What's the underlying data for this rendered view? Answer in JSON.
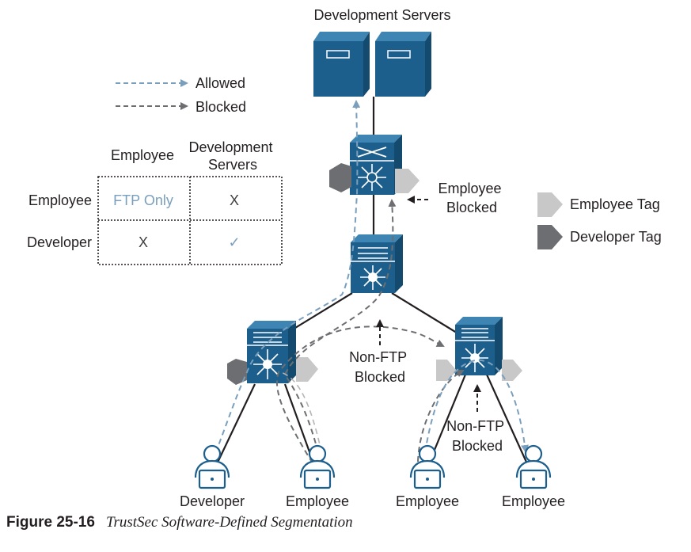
{
  "title": "Development Servers",
  "legend": {
    "allowed": "Allowed",
    "blocked": "Blocked",
    "employee_tag": "Employee Tag",
    "developer_tag": "Developer Tag"
  },
  "matrix": {
    "col_headers": [
      "Employee",
      "Development\nServers"
    ],
    "rows": [
      {
        "label": "Employee",
        "cells": [
          "FTP Only",
          "X"
        ]
      },
      {
        "label": "Developer",
        "cells": [
          "X",
          "✓"
        ]
      }
    ]
  },
  "callouts": {
    "employee_blocked": "Employee\nBlocked",
    "non_ftp_blocked_center": "Non-FTP\nBlocked",
    "non_ftp_blocked_right": "Non-FTP\nBlocked"
  },
  "users": [
    "Developer",
    "Employee",
    "Employee",
    "Employee"
  ],
  "caption": {
    "number": "Figure 25-16",
    "title": "TrustSec Software-Defined Segmentation"
  },
  "colors": {
    "device_blue": "#1d5f8c",
    "allowed_blue": "#7a9fbd",
    "blocked_gray": "#6d6e71",
    "employee_tag": "#c8c8c8",
    "developer_tag": "#6d6e71"
  }
}
